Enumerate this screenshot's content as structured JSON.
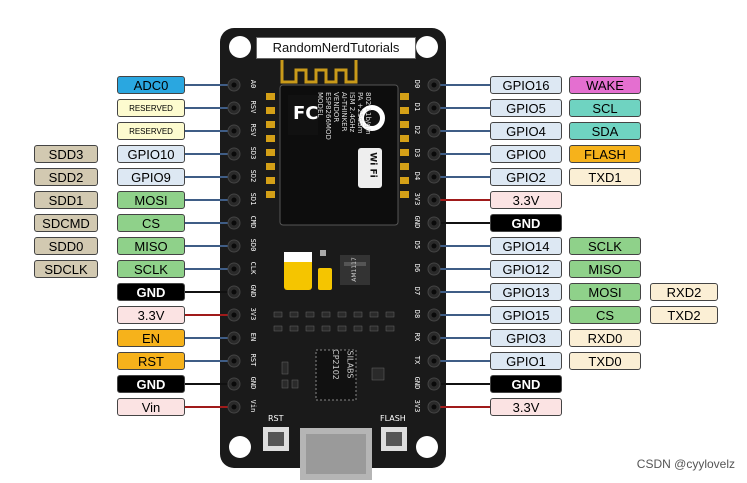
{
  "board": {
    "brand": "RandomNerdTutorials",
    "module_lines": [
      "MODEL",
      "ESP8266MOD",
      "VENDOR",
      "AI-THINKER",
      "ISM 2.4GHz",
      "PA +25dBm",
      "802.11b/g/n"
    ],
    "fc_mark": "FC",
    "wifi_mark": "Wi Fi",
    "chip_lines": [
      "SILABS",
      "CP2102"
    ],
    "regulator_label": "AM1117",
    "rst_label": "RST",
    "flash_label": "FLASH"
  },
  "colors": {
    "board": "#1a1a1a",
    "pad": "#d4a017",
    "line_blue": "#3f5d86",
    "line_red": "#a01a1a",
    "line_black": "#111111",
    "adc_blue": "#2aa7e0",
    "gpio_light": "#dde8f3",
    "reserved_yellow": "#fdfbcf",
    "sd_tan": "#d2c9b1",
    "green": "#8fd18a",
    "black_box": "#000000",
    "power_pink": "#fbe3e3",
    "orange": "#f6b21b",
    "wake_magenta": "#e46fd0",
    "teal": "#6fd3c1",
    "txd_cream": "#fbefd5"
  },
  "left_pins": [
    {
      "pin": "A0",
      "labels": [
        {
          "text": "ADC0",
          "color": "adc_blue"
        }
      ],
      "line": "line_blue"
    },
    {
      "pin": "RSV",
      "labels": [
        {
          "text": "RESERVED",
          "color": "reserved_yellow",
          "small": true
        }
      ],
      "line": "line_blue"
    },
    {
      "pin": "RSV",
      "labels": [
        {
          "text": "RESERVED",
          "color": "reserved_yellow",
          "small": true
        }
      ],
      "line": "line_blue"
    },
    {
      "pin": "SD3",
      "labels": [
        {
          "text": "SDD3",
          "color": "sd_tan"
        },
        {
          "text": "GPIO10",
          "color": "gpio_light"
        }
      ],
      "line": "line_blue"
    },
    {
      "pin": "SD2",
      "labels": [
        {
          "text": "SDD2",
          "color": "sd_tan"
        },
        {
          "text": "GPIO9",
          "color": "gpio_light"
        }
      ],
      "line": "line_blue"
    },
    {
      "pin": "SD1",
      "labels": [
        {
          "text": "SDD1",
          "color": "sd_tan"
        },
        {
          "text": "MOSI",
          "color": "green"
        }
      ],
      "line": "line_blue"
    },
    {
      "pin": "CMD",
      "labels": [
        {
          "text": "SDCMD",
          "color": "sd_tan"
        },
        {
          "text": "CS",
          "color": "green"
        }
      ],
      "line": "line_blue"
    },
    {
      "pin": "SD0",
      "labels": [
        {
          "text": "SDD0",
          "color": "sd_tan"
        },
        {
          "text": "MISO",
          "color": "green"
        }
      ],
      "line": "line_blue"
    },
    {
      "pin": "CLK",
      "labels": [
        {
          "text": "SDCLK",
          "color": "sd_tan"
        },
        {
          "text": "SCLK",
          "color": "green"
        }
      ],
      "line": "line_blue"
    },
    {
      "pin": "GND",
      "labels": [
        {
          "text": "GND",
          "color": "black_box"
        }
      ],
      "line": "line_black"
    },
    {
      "pin": "3V3",
      "labels": [
        {
          "text": "3.3V",
          "color": "power_pink"
        }
      ],
      "line": "line_red"
    },
    {
      "pin": "EN",
      "labels": [
        {
          "text": "EN",
          "color": "orange"
        }
      ],
      "line": "line_blue"
    },
    {
      "pin": "RST",
      "labels": [
        {
          "text": "RST",
          "color": "orange"
        }
      ],
      "line": "line_blue"
    },
    {
      "pin": "GND",
      "labels": [
        {
          "text": "GND",
          "color": "black_box"
        }
      ],
      "line": "line_black"
    },
    {
      "pin": "Vin",
      "labels": [
        {
          "text": "Vin",
          "color": "power_pink"
        }
      ],
      "line": "line_red"
    }
  ],
  "right_pins": [
    {
      "pin": "D0",
      "labels": [
        {
          "text": "GPIO16",
          "color": "gpio_light"
        },
        {
          "text": "WAKE",
          "color": "wake_magenta"
        }
      ],
      "line": "line_blue"
    },
    {
      "pin": "D1",
      "labels": [
        {
          "text": "GPIO5",
          "color": "gpio_light"
        },
        {
          "text": "SCL",
          "color": "teal"
        }
      ],
      "line": "line_blue"
    },
    {
      "pin": "D2",
      "labels": [
        {
          "text": "GPIO4",
          "color": "gpio_light"
        },
        {
          "text": "SDA",
          "color": "teal"
        }
      ],
      "line": "line_blue"
    },
    {
      "pin": "D3",
      "labels": [
        {
          "text": "GPIO0",
          "color": "gpio_light"
        },
        {
          "text": "FLASH",
          "color": "orange"
        }
      ],
      "line": "line_blue"
    },
    {
      "pin": "D4",
      "labels": [
        {
          "text": "GPIO2",
          "color": "gpio_light"
        },
        {
          "text": "TXD1",
          "color": "txd_cream"
        }
      ],
      "line": "line_blue"
    },
    {
      "pin": "3V3",
      "labels": [
        {
          "text": "3.3V",
          "color": "power_pink"
        }
      ],
      "line": "line_red"
    },
    {
      "pin": "GND",
      "labels": [
        {
          "text": "GND",
          "color": "black_box"
        }
      ],
      "line": "line_black"
    },
    {
      "pin": "D5",
      "labels": [
        {
          "text": "GPIO14",
          "color": "gpio_light"
        },
        {
          "text": "SCLK",
          "color": "green"
        }
      ],
      "line": "line_blue"
    },
    {
      "pin": "D6",
      "labels": [
        {
          "text": "GPIO12",
          "color": "gpio_light"
        },
        {
          "text": "MISO",
          "color": "green"
        }
      ],
      "line": "line_blue"
    },
    {
      "pin": "D7",
      "labels": [
        {
          "text": "GPIO13",
          "color": "gpio_light"
        },
        {
          "text": "MOSI",
          "color": "green"
        },
        {
          "text": "RXD2",
          "color": "txd_cream"
        }
      ],
      "line": "line_blue"
    },
    {
      "pin": "D8",
      "labels": [
        {
          "text": "GPIO15",
          "color": "gpio_light"
        },
        {
          "text": "CS",
          "color": "green"
        },
        {
          "text": "TXD2",
          "color": "txd_cream"
        }
      ],
      "line": "line_blue"
    },
    {
      "pin": "RX",
      "labels": [
        {
          "text": "GPIO3",
          "color": "gpio_light"
        },
        {
          "text": "RXD0",
          "color": "txd_cream"
        }
      ],
      "line": "line_blue"
    },
    {
      "pin": "TX",
      "labels": [
        {
          "text": "GPIO1",
          "color": "gpio_light"
        },
        {
          "text": "TXD0",
          "color": "txd_cream"
        }
      ],
      "line": "line_blue"
    },
    {
      "pin": "GND",
      "labels": [
        {
          "text": "GND",
          "color": "black_box"
        }
      ],
      "line": "line_black"
    },
    {
      "pin": "3V3",
      "labels": [
        {
          "text": "3.3V",
          "color": "power_pink"
        }
      ],
      "line": "line_red"
    }
  ],
  "watermark": "CSDN @cyylovelz"
}
